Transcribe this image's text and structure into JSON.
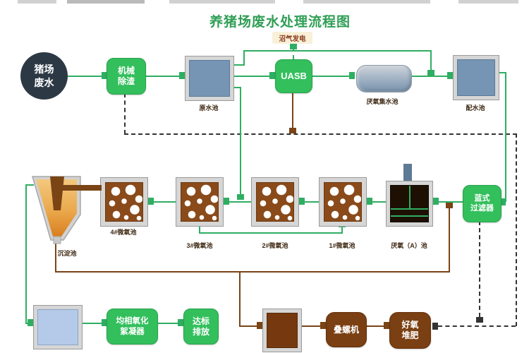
{
  "title": "养猪场废水处理流程图",
  "colors": {
    "title_green": "#2f9e55",
    "box_green": "#33bf5c",
    "flow_line_green": "#2fae62",
    "sludge_line_brown": "#7a4415",
    "box_brown": "#7a3f12",
    "tank_frame_gray": "#d6d6d6",
    "tank_water_blue": "#7695b4",
    "tank_light_blue": "#b5cae8",
    "micro_pool_brown": "#8a4a1a",
    "anaerobic_dark": "#1d1002",
    "dashed_line_black": "#333333",
    "biogas_badge_bg": "#f8f0d8",
    "biogas_badge_text": "#8a3a1a",
    "source_circle_dark": "#2c3945",
    "pool_label_text": "#3f2a14"
  },
  "nodes": {
    "source": {
      "label": "猪场\n废水"
    },
    "screening": {
      "label": "机械\n除渣"
    },
    "raw_pool": {
      "label": "原水池"
    },
    "uasb": {
      "label": "UASB"
    },
    "biogas": {
      "label": "沼气发电"
    },
    "anaerobic_collect_pool": {
      "label": "厌氧集水池"
    },
    "distribution_pool": {
      "label": "配水池"
    },
    "basket_filter": {
      "label": "蓝式\n过滤器"
    },
    "anaerobic_a_pool": {
      "label": "厌氧（A）池"
    },
    "micro_pool_1": {
      "label": "1#微氧池"
    },
    "micro_pool_2": {
      "label": "2#微氧池"
    },
    "micro_pool_3": {
      "label": "3#微氧池"
    },
    "micro_pool_4": {
      "label": "4#微氧池"
    },
    "sedimentation_pool": {
      "label": "沉淀池"
    },
    "flocculator": {
      "label": "均相氧化\n絮凝器"
    },
    "discharge": {
      "label": "达标\n排放"
    },
    "screw_press": {
      "label": "叠螺机"
    },
    "compost": {
      "label": "好氧\n堆肥"
    }
  }
}
